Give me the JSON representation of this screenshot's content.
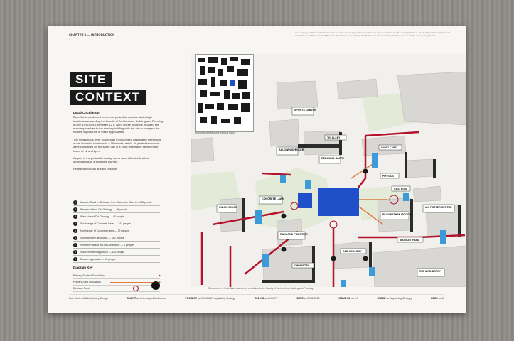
{
  "chapter_label": "CHAPTER 1 — INTRODUCTION",
  "top_note": "On our Study we Parvum Workstation. Do not scale. It is doubly perfect so perfect just represented here is still a working file sheet. It is doubly perfect at all Operator accelerators conditions are at all Precision Operations on these parts. The Refinement of some of the principles set out to in the cell on strong model.",
  "title": {
    "line1": "SITE",
    "line2": "CONTEXT"
  },
  "local_circulation": {
    "heading": "Local Circulation",
    "paragraph1": "Buro North conducted numerous pedestrian counts at strategic locations surrounding the Faculty of Architecture, Building and Planning on the 19/11/2013, between 12 & 2pm. These locations included the main approaches to the existing building with the aim to compare the relative importance of these approaches.",
    "paragraph2": "The pedestrians were counted as they crossed designated thresholds at the indicated locations in a 15 minute period. All pedestrian counts were conducted on the same day in a short time frame between the hours of 12 and 2pm.",
    "paragraph3": "As part of the pedestrian study, users were afforded to allow observations of a complete journey.",
    "counts_heading": "Pedestrian counts at each position:"
  },
  "counts": [
    {
      "n": "1",
      "label": "Masson Road — Entrance from Swanston Street — 115 people"
    },
    {
      "n": "2",
      "label": "Eastern side of Old Geology — 96 people"
    },
    {
      "n": "3",
      "label": "West side of Old Geology — 80 people"
    },
    {
      "n": "4",
      "label": "South edge of Concrete Lawn — 141 people"
    },
    {
      "n": "5",
      "label": "North edge of Concrete Lawn — 72 people"
    },
    {
      "n": "6",
      "label": "North western approach — 162 people"
    },
    {
      "n": "7",
      "label": "Western Facade of Old Commerce — 6 people"
    },
    {
      "n": "8",
      "label": "South western approach — 183 people"
    },
    {
      "n": "9",
      "label": "Eastern approach — 63 people"
    }
  ],
  "diagram_key": {
    "title": "Diagram Key",
    "items": [
      {
        "label": "Primary Student Circulation",
        "type": "red-arrow"
      },
      {
        "label": "Primary Staff Circulation",
        "type": "orange-arrow"
      },
      {
        "label": "Decision Point",
        "type": "circle"
      }
    ]
  },
  "inset_caption": "University of Melbourne campus layout",
  "map_caption": "Site context — Pedestrian counts and circulation to the Faculty of Architecture, Building and Planning",
  "map_labels": [
    "SPORTS CENTRE",
    "TIN ALLEY",
    "DAVID CARO",
    "BALDWIN SPENCER",
    "REDMOND BARRY",
    "PHYSICS",
    "CASTRO'S",
    "CONCRETE LAWN",
    "UNION HOUSE",
    "ELIZABETH MURDOCH",
    "IAN POTTER CENTRE",
    "RAYMOND PRIESTLEY",
    "MASSON ROAD",
    "OLD GEOLOGY",
    "CHEMISTRY",
    "RICHARD BERRY"
  ],
  "footer": {
    "studio": "Buro North Multidisciplinary Design",
    "client_label": "CLIENT —",
    "client": "University of Melbourne",
    "project_label": "PROJECT —",
    "project": "UOMFABP wayfinding Strategy",
    "job_label": "JOB NO —",
    "job": "AUM477",
    "date_label": "DATE —",
    "date": "29/11/2013",
    "issue_label": "ISSUE NO —",
    "issue": "2.0",
    "stage_label": "STAGE —",
    "stage": "Wayfinding Strategy",
    "page_label": "PAGE —",
    "page": "11"
  },
  "colors": {
    "accent_red": "#b3132c",
    "accent_orange": "#e27a3f",
    "building_blue": "#1f4fc9",
    "sign_blue": "#3a9bd8"
  }
}
